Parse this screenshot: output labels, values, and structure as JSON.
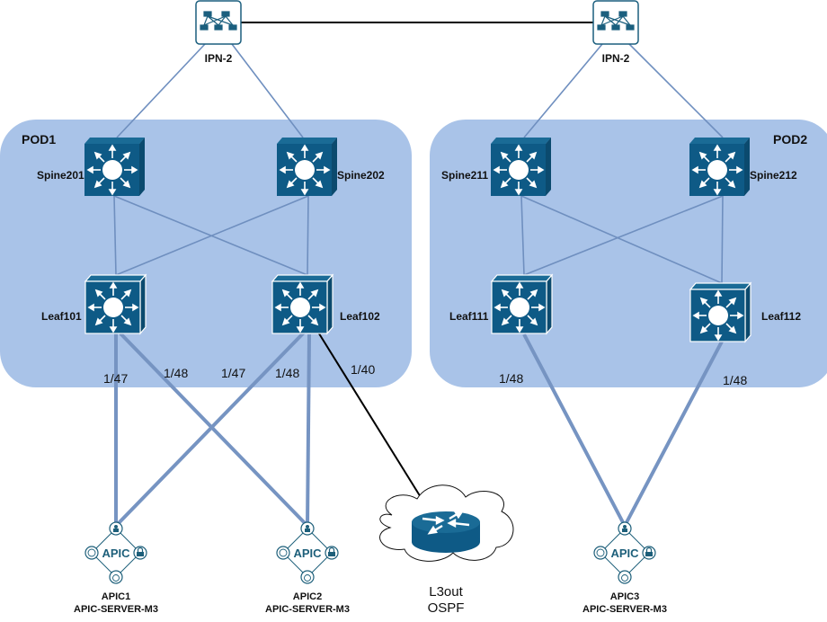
{
  "colors": {
    "pod_fill": "#a9c3e8",
    "device_blue": "#0e5a86",
    "link_thin": "#6f8fbf",
    "link_thick": "#7694c2",
    "link_black": "#000000",
    "apic_teal": "#1d5f7a"
  },
  "ipn": [
    {
      "id": "ipn-left",
      "label": "IPN-2",
      "icon": "ipn-network-icon"
    },
    {
      "id": "ipn-right",
      "label": "IPN-2",
      "icon": "ipn-network-icon"
    }
  ],
  "pods": [
    {
      "id": "pod1",
      "label": "POD1"
    },
    {
      "id": "pod2",
      "label": "POD2"
    }
  ],
  "spines": [
    {
      "id": "spine201",
      "label": "Spine201",
      "pod": "pod1",
      "icon": "spine-switch-icon"
    },
    {
      "id": "spine202",
      "label": "Spine202",
      "pod": "pod1",
      "icon": "spine-switch-icon"
    },
    {
      "id": "spine211",
      "label": "Spine211",
      "pod": "pod2",
      "icon": "spine-switch-icon"
    },
    {
      "id": "spine212",
      "label": "Spine212",
      "pod": "pod2",
      "icon": "spine-switch-icon"
    }
  ],
  "leaves": [
    {
      "id": "leaf101",
      "label": "Leaf101",
      "pod": "pod1",
      "icon": "leaf-switch-icon"
    },
    {
      "id": "leaf102",
      "label": "Leaf102",
      "pod": "pod1",
      "icon": "leaf-switch-icon"
    },
    {
      "id": "leaf111",
      "label": "Leaf111",
      "pod": "pod2",
      "icon": "leaf-switch-icon"
    },
    {
      "id": "leaf112",
      "label": "Leaf112",
      "pod": "pod2",
      "icon": "leaf-switch-icon"
    }
  ],
  "apics": [
    {
      "id": "apic1",
      "name": "APIC1",
      "model": "APIC-SERVER-M3",
      "badge": "APIC",
      "icon": "apic-controller-icon"
    },
    {
      "id": "apic2",
      "name": "APIC2",
      "model": "APIC-SERVER-M3",
      "badge": "APIC",
      "icon": "apic-controller-icon"
    },
    {
      "id": "apic3",
      "name": "APIC3",
      "model": "APIC-SERVER-M3",
      "badge": "APIC",
      "icon": "apic-controller-icon"
    }
  ],
  "router": {
    "id": "l3out-router",
    "line1": "L3out",
    "line2": "OSPF",
    "icon": "router-icon",
    "cloud": "cloud-icon"
  },
  "links": [
    {
      "from": "ipn-left",
      "to": "ipn-right",
      "style": "black"
    },
    {
      "from": "ipn-left",
      "to": "spine201",
      "style": "thin"
    },
    {
      "from": "ipn-left",
      "to": "spine202",
      "style": "thin"
    },
    {
      "from": "ipn-right",
      "to": "spine211",
      "style": "thin"
    },
    {
      "from": "ipn-right",
      "to": "spine212",
      "style": "thin"
    },
    {
      "from": "spine201",
      "to": "leaf101",
      "style": "thin"
    },
    {
      "from": "spine201",
      "to": "leaf102",
      "style": "thin"
    },
    {
      "from": "spine202",
      "to": "leaf101",
      "style": "thin"
    },
    {
      "from": "spine202",
      "to": "leaf102",
      "style": "thin"
    },
    {
      "from": "spine211",
      "to": "leaf111",
      "style": "thin"
    },
    {
      "from": "spine211",
      "to": "leaf112",
      "style": "thin"
    },
    {
      "from": "spine212",
      "to": "leaf111",
      "style": "thin"
    },
    {
      "from": "spine212",
      "to": "leaf112",
      "style": "thin"
    },
    {
      "from": "leaf101",
      "to": "apic1",
      "style": "thick",
      "port": "1/47"
    },
    {
      "from": "leaf101",
      "to": "apic2",
      "style": "thick",
      "port": "1/48"
    },
    {
      "from": "leaf102",
      "to": "apic1",
      "style": "thick",
      "port": "1/47"
    },
    {
      "from": "leaf102",
      "to": "apic2",
      "style": "thick",
      "port": "1/48"
    },
    {
      "from": "leaf102",
      "to": "l3out-router",
      "style": "black",
      "port": "1/40"
    },
    {
      "from": "leaf111",
      "to": "apic3",
      "style": "thick",
      "port": "1/48"
    },
    {
      "from": "leaf112",
      "to": "apic3",
      "style": "thick",
      "port": "1/48"
    }
  ]
}
